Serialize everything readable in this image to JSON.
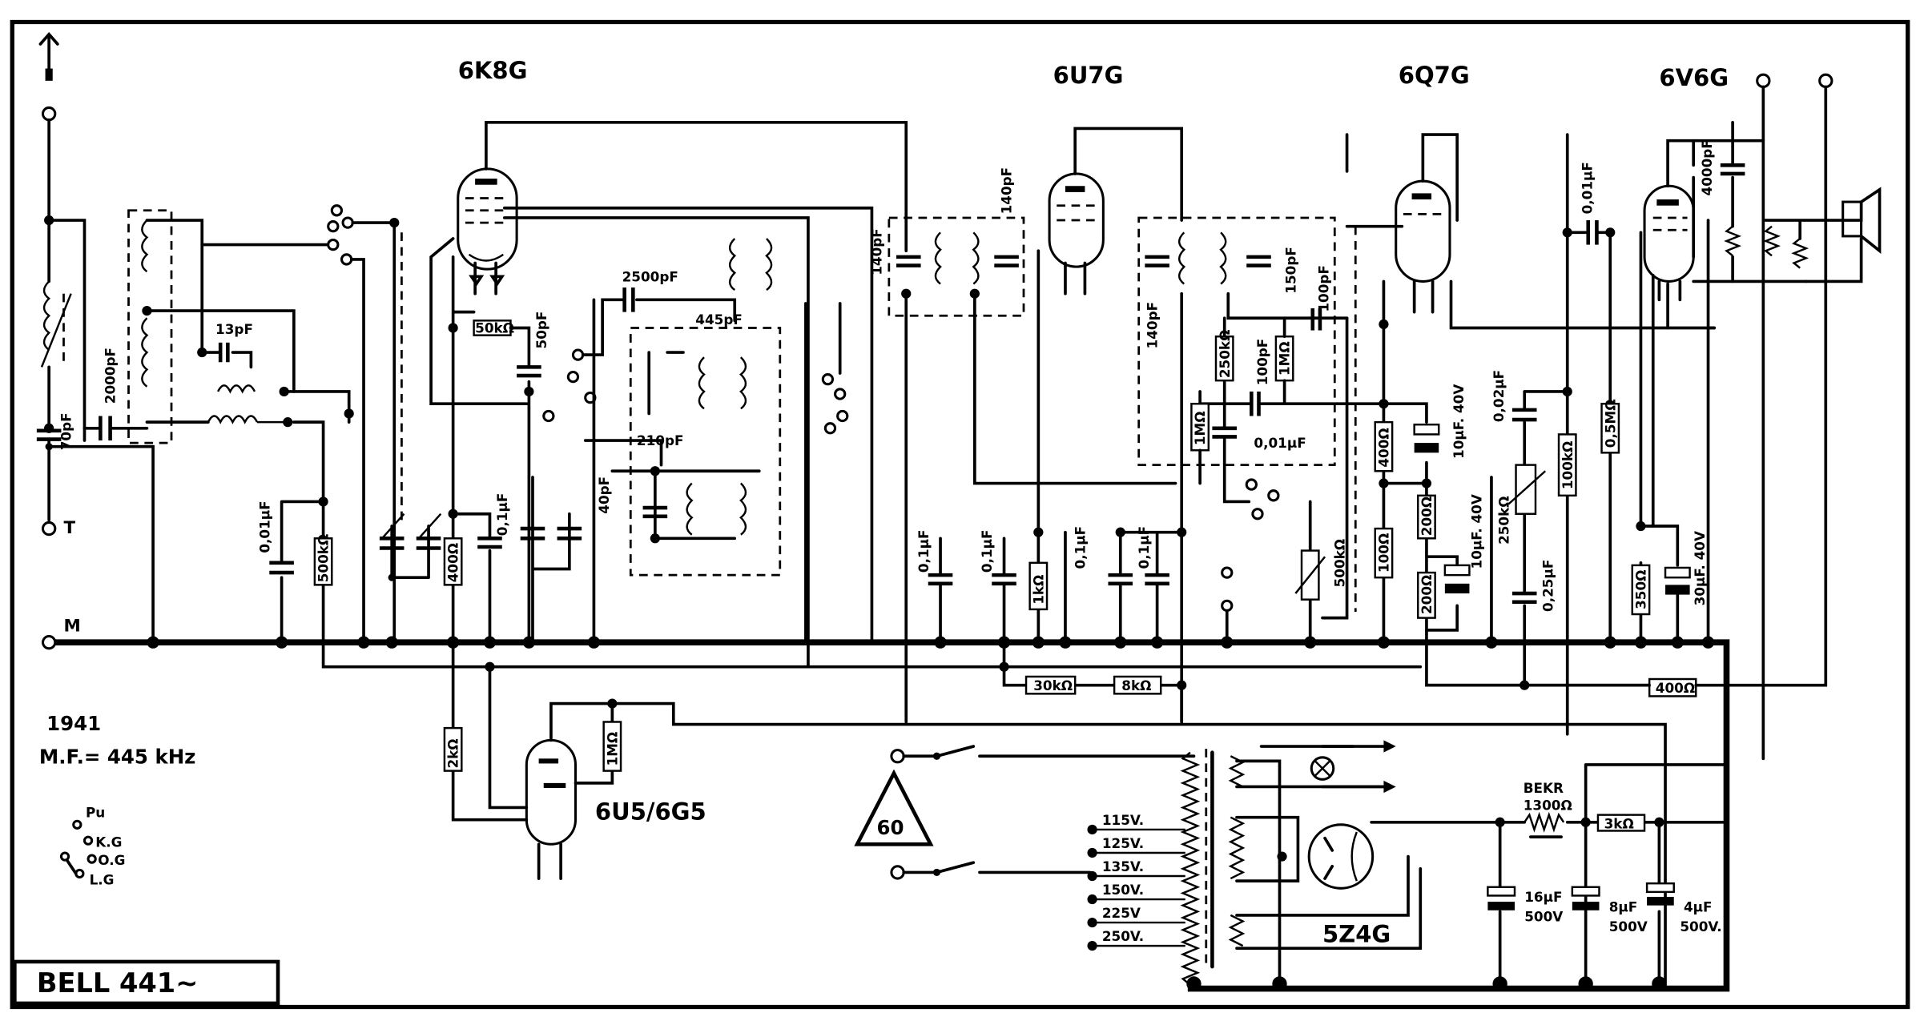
{
  "title_block": {
    "model": "BELL  441~",
    "year": "1941",
    "if_frequency": "M.F.= 445 kHz"
  },
  "tubes": {
    "mixer": "6K8G",
    "if_amp": "6U7G",
    "detector": "6Q7G",
    "output": "6V6G",
    "tuning_eye": "6U5/6G5",
    "rectifier": "5Z4G"
  },
  "terminals": {
    "antenna_top": "",
    "t": "T",
    "m": "M"
  },
  "selector": {
    "pu": "Pu",
    "kg": "K.G",
    "og": "O.G",
    "lg": "L.G"
  },
  "mains_taps": [
    "115V.",
    "125V.",
    "135V.",
    "150V.",
    "225V",
    "250V."
  ],
  "warning_triangle": "60",
  "components": {
    "c_70pf": "70pF",
    "c_2000pf": "2000pF",
    "c_13pf": "13pF",
    "c_001uf_a": "0,01µF",
    "r_500k": "500kΩ",
    "r_50k": "50kΩ",
    "c_50pf": "50pF",
    "r_400_a": "400Ω",
    "c_01uf_a": "0,1µF",
    "c_2500pf": "2500pF",
    "c_445pf": "445pF",
    "c_210pf": "210pF",
    "c_40pf": "40pF",
    "c_140pf_a": "140pF",
    "c_140pf_b": "140pF",
    "c_01uf_b": "0,1µF",
    "c_01uf_c": "0,1µF",
    "r_1k": "1kΩ",
    "c_01uf_d": "0,1µF",
    "c_01uf_e": "0,1µF",
    "c_140pf_c": "140pF",
    "c_150pf": "150pF",
    "c_100pf_a": "100pF",
    "r_250k": "250kΩ",
    "c_100pf_b": "100pF",
    "r_1m_a": "1MΩ",
    "r_1m_b": "1MΩ",
    "c_001uf_b": "0,01µF",
    "r_500k_pot": "500kΩ",
    "r_400_b": "400Ω",
    "c_10uf_a": "10µF. 40V",
    "r_100": "100Ω",
    "r_200_a": "200Ω",
    "r_200_b": "200Ω",
    "c_10uf_b": "10µF. 40V",
    "c_002uf": "0,02µF",
    "r_250k_pot": "250kΩ",
    "c_025uf": "0,25µF",
    "r_100k": "100kΩ",
    "c_001uf_c": "0,01µF",
    "r_05m": "0,5MΩ",
    "r_350": "350Ω",
    "c_30uf": "30µF. 40V",
    "c_4000pf": "4000pF",
    "r_30k": "30kΩ",
    "r_8k": "8kΩ",
    "r_400_c": "400Ω",
    "r_2k": "2kΩ",
    "r_1m_c": "1MΩ",
    "bekr_label": "BEKR",
    "bekr_value": "1300Ω",
    "r_3k": "3kΩ",
    "c_16uf": "16µF",
    "c_16uf_v": "500V",
    "c_8uf": "8µF",
    "c_8uf_v": "500V",
    "c_4uf": "4µF",
    "c_4uf_v": "500V."
  }
}
